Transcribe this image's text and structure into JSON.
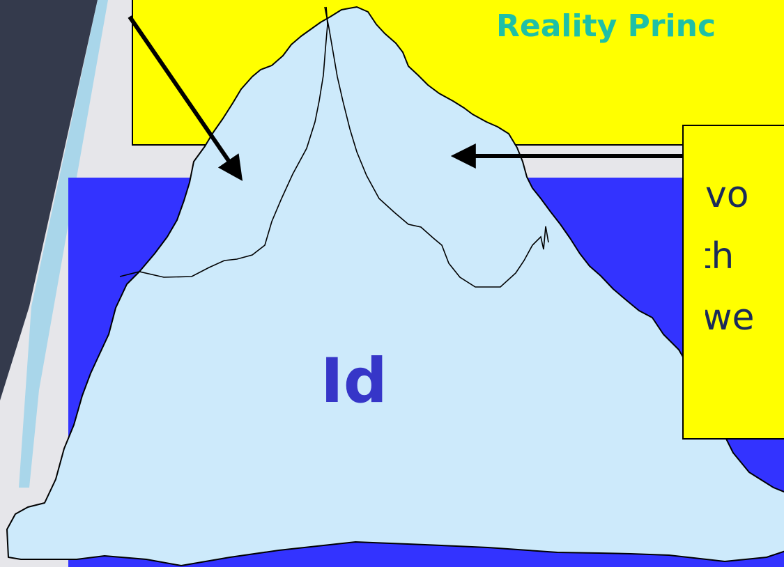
{
  "heading": "Reality Princ",
  "center_label": "Id",
  "callout_lines": [
    "vo",
    "th",
    "we"
  ],
  "colors": {
    "slide_background": "#e6e6ea",
    "dark_side_band": "#343a4c",
    "light_side_band": "#a9d6ea",
    "top_box_yellow": "#ffff00",
    "water_blue": "#3333ff",
    "iceberg_fill": "#cdeafb",
    "heading_text": "#1ec0a6",
    "id_text": "#3636c8"
  }
}
